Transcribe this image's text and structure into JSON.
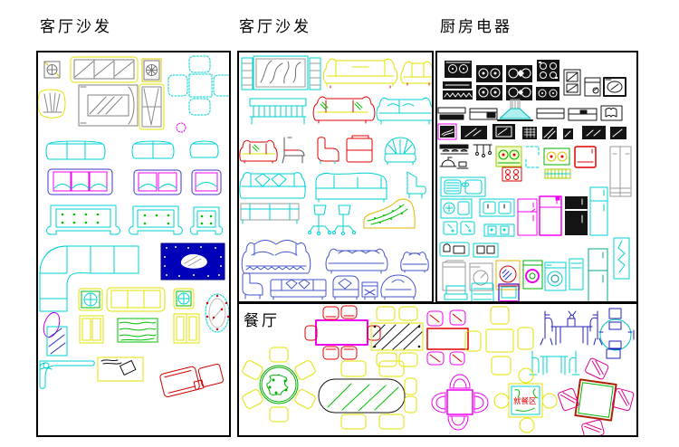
{
  "page": {
    "background": "#ffffff",
    "type": "cad-furniture-block-library"
  },
  "palette": {
    "cyan": "#00d2d2",
    "yellow": "#e8e800",
    "magenta": "#f000f0",
    "red": "#e00000",
    "green": "#00c000",
    "blue": "#2233cc",
    "dark_blue": "#0000b8",
    "gray": "#8c8c8c",
    "dark_gray": "#555555",
    "black": "#111111",
    "teal": "#00aa88",
    "purple": "#6633cc"
  },
  "panels": {
    "living_plan": {
      "label": "客厅沙发",
      "items": [
        "fan-box",
        "tv-cabinet",
        "window-panel",
        "fan-box-2",
        "table-4-chairs",
        "curtain-sketch",
        "sofa-set-combo",
        "curtain-panel",
        "dot-circle",
        "sofa-3seat",
        "sofa-2seat",
        "sofa-1seat",
        "sofa-3seat-cushion",
        "sofa-2seat-cushion",
        "sofa-1seat-cushion",
        "sofa-3seat-dots",
        "sofa-2seat-dots",
        "sofa-1seat-dots",
        "corner-sofa",
        "rug-blue",
        "side-table",
        "sofa-3seat-yellow",
        "side-table-2",
        "oval-mirror",
        "standing-mirror",
        "small-cabinet",
        "rug-green",
        "wardrobe",
        "reception-desk",
        "desk-with-chair",
        "lounge-set-rotated"
      ]
    },
    "living_elev": {
      "label": "客厅沙发",
      "items": [
        "screen-with-plant",
        "sofa-3seat-front",
        "armchair-front",
        "bench-slatted",
        "sofa-red-front",
        "sofa-cyan-front",
        "armchair-red",
        "chair-side-gray",
        "armchair-red-side",
        "chair-red-box",
        "chair-fanback",
        "sofa-pillows",
        "sofa-long",
        "chair-side-cyan",
        "sofa-outline",
        "office-chair",
        "office-chair-2",
        "chaise-lounge",
        "sofa-ornate-blue",
        "sofa-3cushion-blue",
        "armchair-blue",
        "chair-side-blue",
        "sofa-pillows-blue",
        "armchair-pillow-blue",
        "side-table-blue",
        "armchair-round-blue"
      ]
    },
    "kitchen": {
      "label": "厨房电器",
      "items": [
        "cooktop-2burner",
        "vent-strip",
        "grill-strip",
        "oven-2ring",
        "oven-2ring-2",
        "oven-diamond",
        "oven-diamond-2",
        "cooktop-4burner",
        "cooktop-2ring",
        "wall-cabinet",
        "dishwasher",
        "microwave",
        "shelf",
        "shelf-2",
        "range-hood",
        "shelf-3",
        "shelf-4",
        "book-cabinet",
        "tv-highlighted",
        "tv",
        "tv-2",
        "radio",
        "tv-3",
        "tv-4",
        "tv-5",
        "tv-6",
        "pot-shelf",
        "hanging-rack",
        "kettle-set",
        "gas-hob-green",
        "dashed-corner",
        "gas-hob-green-2",
        "fridge-small-red",
        "fridge-tall-gray",
        "cooktop-4burner-red",
        "vent-grid",
        "sink-double",
        "sink-single",
        "sink-pair",
        "fridge-magenta",
        "fridge-tall-magenta",
        "fridge-black",
        "fridge-tall-cyan",
        "sink-square-pair",
        "basin-long",
        "sink-counter",
        "basin-2",
        "washer-gray",
        "washer-drum-gray",
        "washer-yellow",
        "washer-green",
        "washer-cyan",
        "cabinet-narrow",
        "fridge-teal",
        "water-heater-zigzag",
        "dishwasher-cyan",
        "shelf-unit-cyan",
        "microwave-purple"
      ]
    },
    "dining": {
      "label": "餐厅",
      "table_text": "就餐区",
      "items": [
        "dining-table-magenta-6chairs",
        "dining-table-hatched-4chairs",
        "dining-table-red-4chairs",
        "dining-table-cross-yellow",
        "dining-set-elevation-blue",
        "dining-table-oval-teal",
        "dining-set-elevation-cyan",
        "dining-table-round-green-6chairs",
        "dining-table-oval-6chairs",
        "dining-table-cross-magenta",
        "dining-table-canteen",
        "dining-table-rotated-green"
      ]
    }
  }
}
